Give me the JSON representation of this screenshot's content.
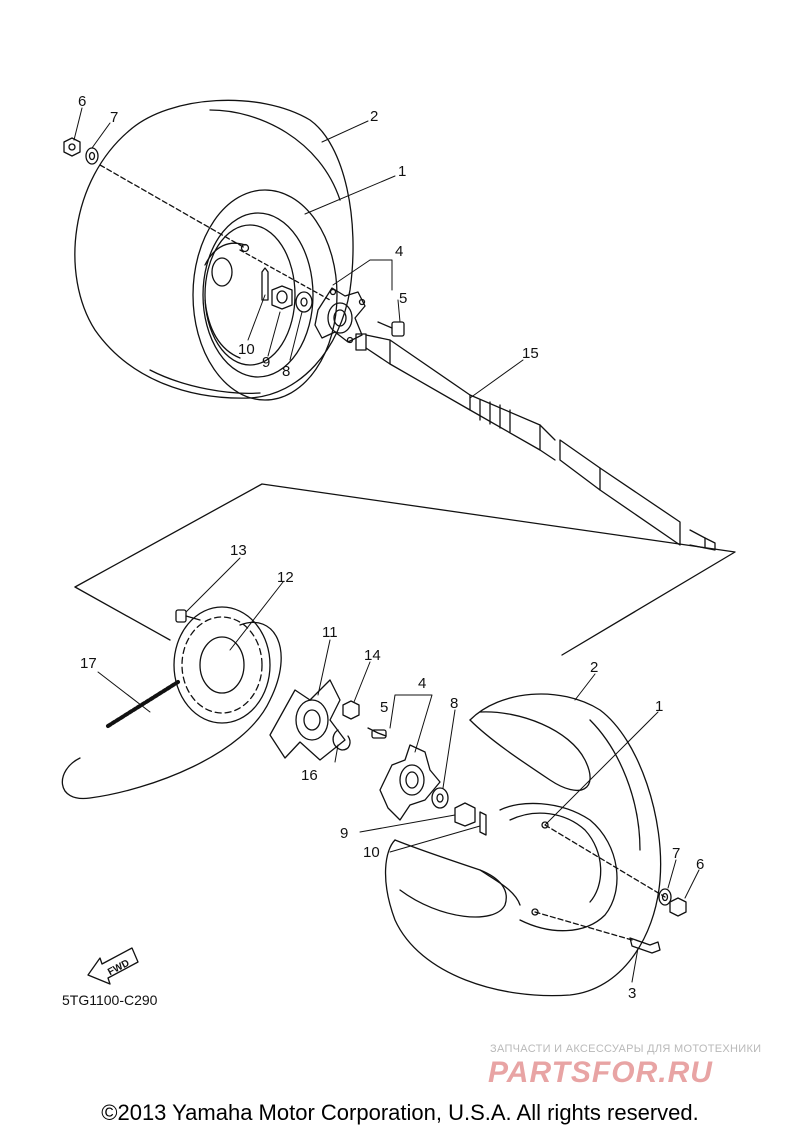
{
  "callouts": {
    "c6a": "6",
    "c7a": "7",
    "c2a": "2",
    "c1a": "1",
    "c4a": "4",
    "c5a": "5",
    "c10a": "10",
    "c9a": "9",
    "c8a": "8",
    "c15": "15",
    "c13": "13",
    "c12": "12",
    "c17": "17",
    "c11": "11",
    "c14": "14",
    "c4b": "4",
    "c5b": "5",
    "c16": "16",
    "c8b": "8",
    "c2b": "2",
    "c1b": "1",
    "c9b": "9",
    "c10b": "10",
    "c7b": "7",
    "c6b": "6",
    "c3": "3"
  },
  "fwd_label": "FWD",
  "diagram_code": "5TG1100-C290",
  "watermark": {
    "tagline": "ЗАПЧАСТИ И АКСЕССУАРЫ ДЛЯ МОТОТЕХНИКИ",
    "logo": "PARTSFOR.RU"
  },
  "copyright": "©2013 Yamaha Motor Corporation, U.S.A. All rights reserved."
}
